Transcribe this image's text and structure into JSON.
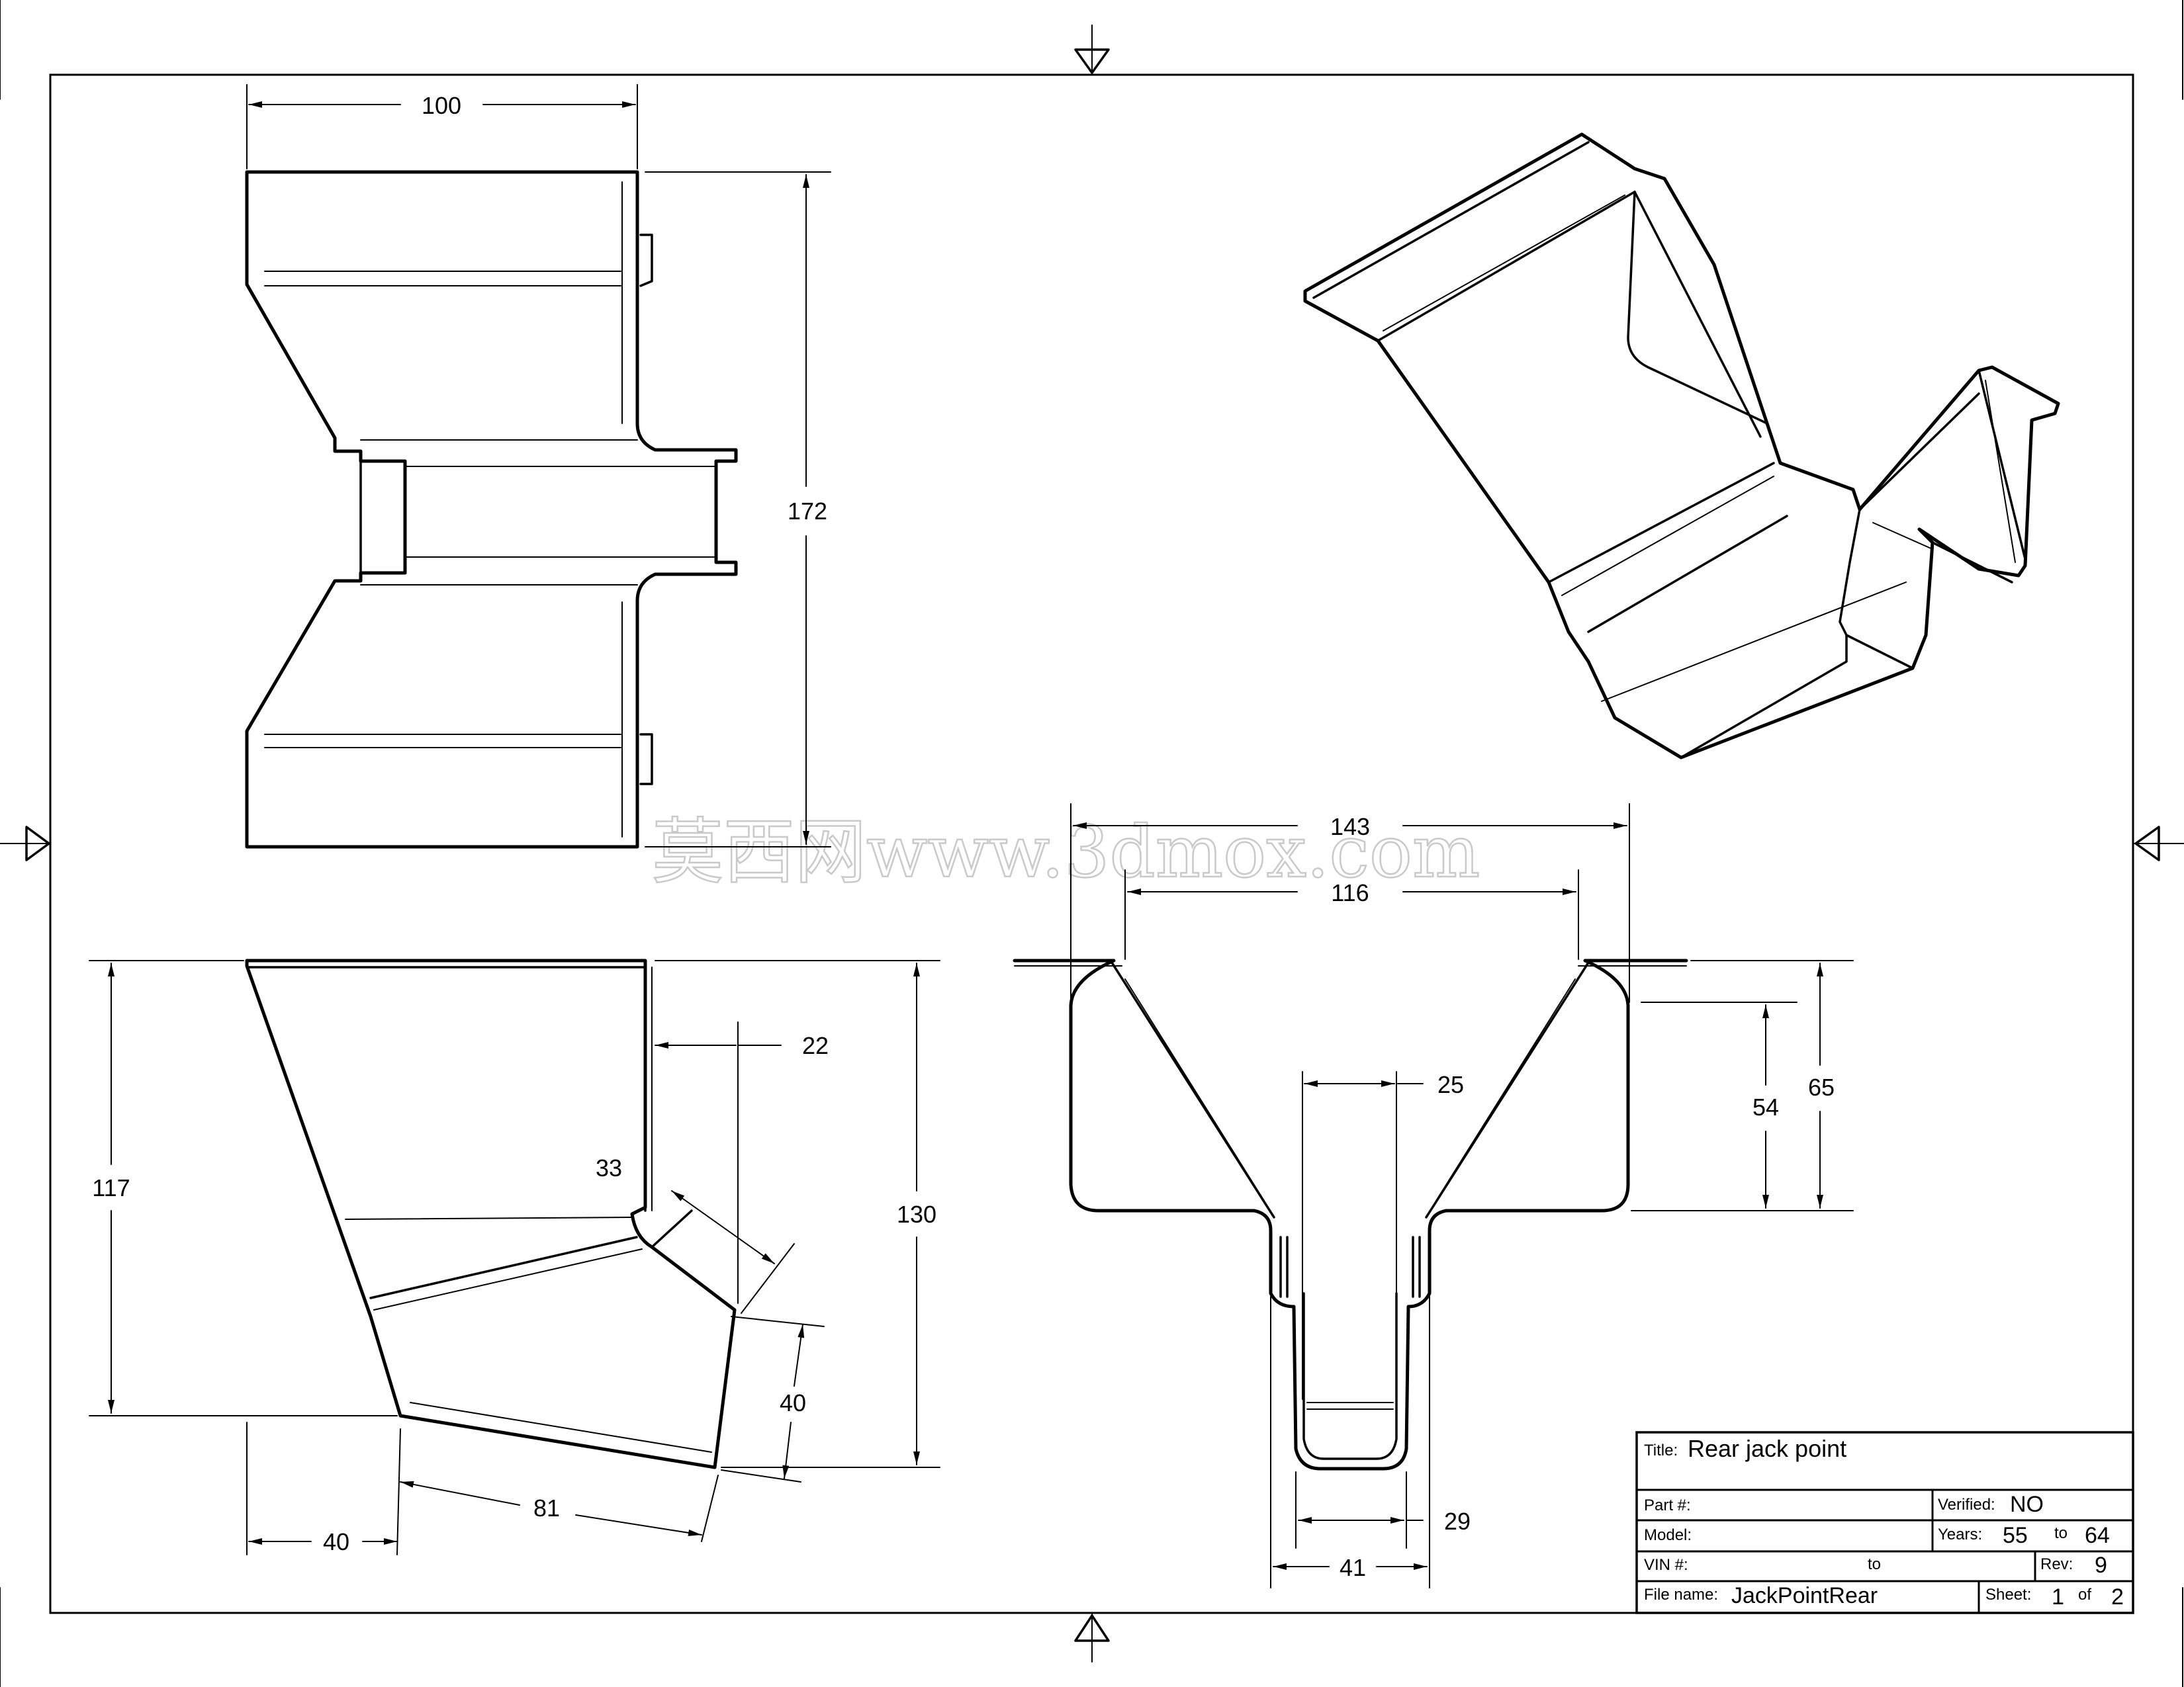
{
  "drawing": {
    "dimensions": {
      "top_width": "100",
      "top_height": "172",
      "side_height_117": "117",
      "side_height_130": "130",
      "side_22": "22",
      "side_33": "33",
      "side_40_right": "40",
      "side_81": "81",
      "side_40_bottom": "40",
      "front_143": "143",
      "front_116": "116",
      "front_25": "25",
      "front_54": "54",
      "front_65": "65",
      "front_29": "29",
      "front_41": "41"
    }
  },
  "watermark": "莫西网www.3dmox.com",
  "title_block": {
    "title_label": "Title:",
    "title_value": "Rear jack point",
    "part_label": "Part #:",
    "part_value": "",
    "verified_label": "Verified:",
    "verified_value": "NO",
    "model_label": "Model:",
    "model_value": "",
    "years_label": "Years:",
    "years_from": "55",
    "years_to_label": "to",
    "years_to": "64",
    "vin_label": "VIN #:",
    "vin_to_label": "to",
    "rev_label": "Rev:",
    "rev_value": "9",
    "filename_label": "File name:",
    "filename_value": "JackPointRear",
    "sheet_label": "Sheet:",
    "sheet_value": "1",
    "sheet_of_label": "of",
    "sheet_total": "2"
  }
}
